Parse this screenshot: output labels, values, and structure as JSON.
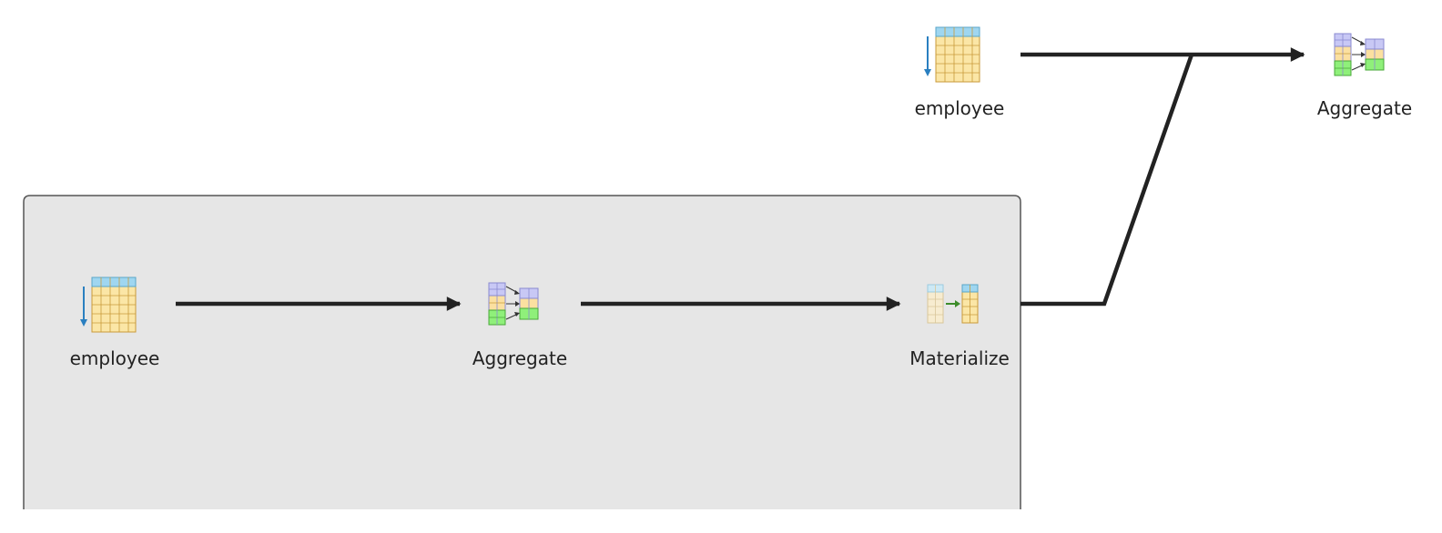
{
  "colors": {
    "background": "#ffffff",
    "subplan_fill": "#e6e6e6",
    "subplan_border": "#555555",
    "edge": "#222222",
    "table_header": "#9fd6f0",
    "table_body": "#fbe6a6",
    "table_grid": "#c99a3a",
    "scan_arrow": "#2a7fc0",
    "agg_group": "#c8c8f5",
    "agg_mid": "#fbe0a0",
    "agg_green": "#8ff07a",
    "materialize_arrow": "#3c8c2a"
  },
  "nodes": {
    "top_scan": {
      "label": "employee",
      "icon": "table-scan-icon"
    },
    "top_aggregate": {
      "label": "Aggregate",
      "icon": "aggregate-icon"
    },
    "sub_scan": {
      "label": "employee",
      "icon": "table-scan-icon"
    },
    "sub_aggregate": {
      "label": "Aggregate",
      "icon": "aggregate-icon"
    },
    "sub_materialize": {
      "label": "Materialize",
      "icon": "materialize-icon"
    }
  },
  "edges": [
    {
      "from": "top_scan",
      "to": "top_aggregate"
    },
    {
      "from": "sub_scan",
      "to": "sub_aggregate"
    },
    {
      "from": "sub_aggregate",
      "to": "sub_materialize"
    },
    {
      "from": "sub_materialize",
      "to": "top_aggregate"
    }
  ]
}
